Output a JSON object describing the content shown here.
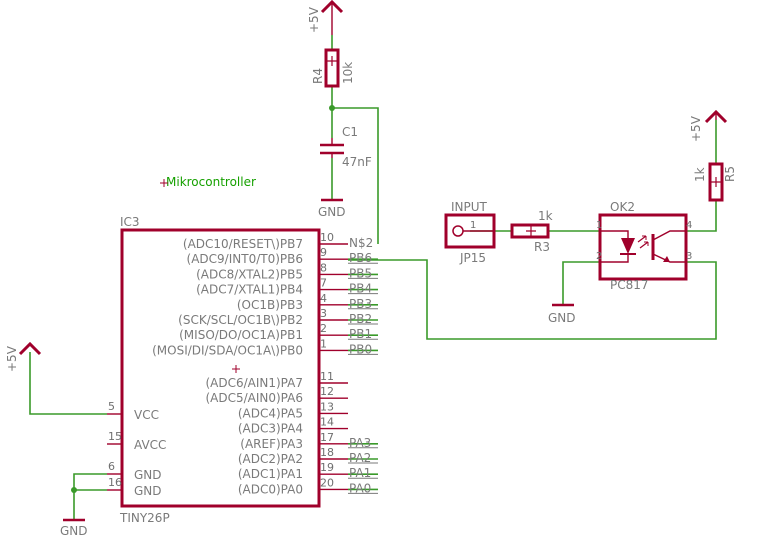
{
  "title": "Mikrocontroller",
  "ic3": {
    "name": "IC3",
    "part": "TINY26P",
    "left_pins": [
      {
        "label": "VCC",
        "num": "5"
      },
      {
        "label": "AVCC",
        "num": "15"
      },
      {
        "label": "GND",
        "num": "6"
      },
      {
        "label": "GND",
        "num": "16"
      }
    ],
    "right_pins_top": [
      {
        "label": "(ADC10/RESET\\)PB7",
        "num": "10",
        "net": "N$2"
      },
      {
        "label": "(ADC9/INT0/T0)PB6",
        "num": "9",
        "net": "PB6"
      },
      {
        "label": "(ADC8/XTAL2)PB5",
        "num": "8",
        "net": "PB5"
      },
      {
        "label": "(ADC7/XTAL1)PB4",
        "num": "7",
        "net": "PB4"
      },
      {
        "label": "(OC1B)PB3",
        "num": "4",
        "net": "PB3"
      },
      {
        "label": "(SCK/SCL/OC1B\\)PB2",
        "num": "3",
        "net": "PB2"
      },
      {
        "label": "(MISO/DO/OC1A)PB1",
        "num": "2",
        "net": "PB1"
      },
      {
        "label": "(MOSI/DI/SDA/OC1A\\)PB0",
        "num": "1",
        "net": "PB0"
      }
    ],
    "right_pins_bottom": [
      {
        "label": "(ADC6/AIN1)PA7",
        "num": "11",
        "net": ""
      },
      {
        "label": "(ADC5/AIN0)PA6",
        "num": "12",
        "net": ""
      },
      {
        "label": "(ADC4)PA5",
        "num": "13",
        "net": ""
      },
      {
        "label": "(ADC3)PA4",
        "num": "14",
        "net": ""
      },
      {
        "label": "(AREF)PA3",
        "num": "17",
        "net": "PA3"
      },
      {
        "label": "(ADC2)PA2",
        "num": "18",
        "net": "PA2"
      },
      {
        "label": "(ADC1)PA1",
        "num": "19",
        "net": "PA1"
      },
      {
        "label": "(ADC0)PA0",
        "num": "20",
        "net": "PA0"
      }
    ]
  },
  "supply": {
    "r4_top": "+5V",
    "vcc_left": "+5V",
    "r5_top": "+5V",
    "gnd_c1": "GND",
    "gnd_ic": "GND",
    "gnd_ok2": "GND"
  },
  "r4": {
    "name": "R4",
    "value": "10k"
  },
  "c1": {
    "name": "C1",
    "value": "47nF"
  },
  "jp15": {
    "label": "INPUT",
    "name": "JP15",
    "pin": "1"
  },
  "r3": {
    "name": "R3",
    "value": "1k"
  },
  "ok2": {
    "name": "OK2",
    "part": "PC817",
    "pins": [
      "1",
      "2",
      "3",
      "4"
    ]
  },
  "r5": {
    "name": "R5",
    "value": "1k"
  },
  "colors": {
    "body": "#a0002b",
    "wire": "#3a9a2a",
    "text": "#7a7a7a",
    "label": "#16a000"
  }
}
